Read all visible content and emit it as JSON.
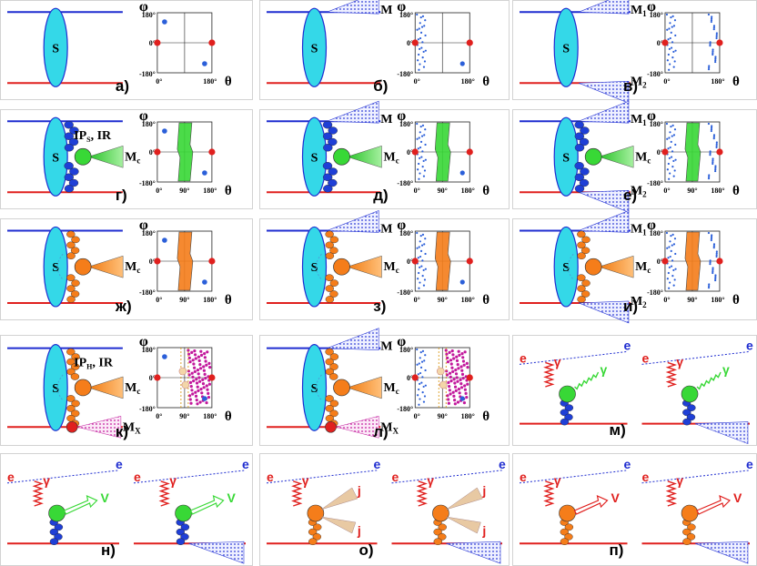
{
  "panels": [
    {
      "id": "a",
      "label": "а)",
      "blobs": 0,
      "center": "none",
      "gap": "none",
      "scatter": "dots"
    },
    {
      "id": "b",
      "label": "б)",
      "blobs": 1,
      "center": "none",
      "gap": "none",
      "scatter": "uniform",
      "outs": [
        "M"
      ]
    },
    {
      "id": "v",
      "label": "в)",
      "blobs": 2,
      "center": "none",
      "gap": "none",
      "scatter": "uniform",
      "outs": [
        "M1",
        "M2"
      ]
    },
    {
      "id": "g",
      "label": "г)",
      "blobs": 0,
      "center": "green",
      "gap": "green",
      "scatter": "dots",
      "cent": "Mc",
      "ann": "IP_S, IR"
    },
    {
      "id": "d",
      "label": "д)",
      "blobs": 1,
      "center": "green",
      "gap": "green",
      "scatter": "uniform",
      "cent": "Mc",
      "outs": [
        "M"
      ]
    },
    {
      "id": "e",
      "label": "е)",
      "blobs": 2,
      "center": "green",
      "gap": "green",
      "scatter": "uniform",
      "cent": "Mc",
      "outs": [
        "M1",
        "M2"
      ]
    },
    {
      "id": "zh",
      "label": "ж)",
      "blobs": 0,
      "center": "orange",
      "gap": "orange",
      "scatter": "dots",
      "cent": "Mc"
    },
    {
      "id": "z",
      "label": "з)",
      "blobs": 1,
      "center": "orange",
      "gap": "orange",
      "scatter": "uniform",
      "cent": "Mc",
      "outs": [
        "M"
      ]
    },
    {
      "id": "i",
      "label": "и)",
      "blobs": 2,
      "center": "orange",
      "gap": "orange",
      "scatter": "uniform",
      "cent": "Mc",
      "outs": [
        "M1",
        "M2"
      ]
    },
    {
      "id": "k",
      "label": "к)",
      "blobs": 0,
      "center": "orange",
      "gap": "magenta",
      "scatter": "dots",
      "cent": "Mc",
      "ann": "IP_H, IR",
      "outs": [
        "MX"
      ]
    },
    {
      "id": "l",
      "label": "л)",
      "blobs": 1,
      "center": "orange",
      "gap": "magenta",
      "scatter": "uniform",
      "cent": "Mc",
      "outs": [
        "M",
        "MX"
      ]
    },
    {
      "id": "m",
      "label": "м)",
      "kind": "photon",
      "pair": true
    },
    {
      "id": "n",
      "label": "н)",
      "kind": "vector",
      "pair": true
    },
    {
      "id": "o",
      "label": "о)",
      "kind": "jets",
      "pair": true
    },
    {
      "id": "p",
      "label": "п)",
      "kind": "vector-orange",
      "pair": true
    }
  ],
  "symbols": {
    "S": "S",
    "phi": "φ",
    "theta": "θ",
    "e": "e",
    "gamma": "γ",
    "V": "V",
    "j": "j"
  },
  "axis_ticks": {
    "top": "180°",
    "mid": "0°",
    "bottom": "-180°",
    "x0": "0°",
    "x90": "90°",
    "x180": "180°"
  },
  "colors": {
    "beam_red": "#e0201e",
    "beam_blue": "#1f2dd0",
    "cyan": "#34d8e8",
    "green": "#38d836",
    "orange": "#f57d1a",
    "magenta": "#c2189c",
    "scatter_blue": "#2b5fd9"
  }
}
